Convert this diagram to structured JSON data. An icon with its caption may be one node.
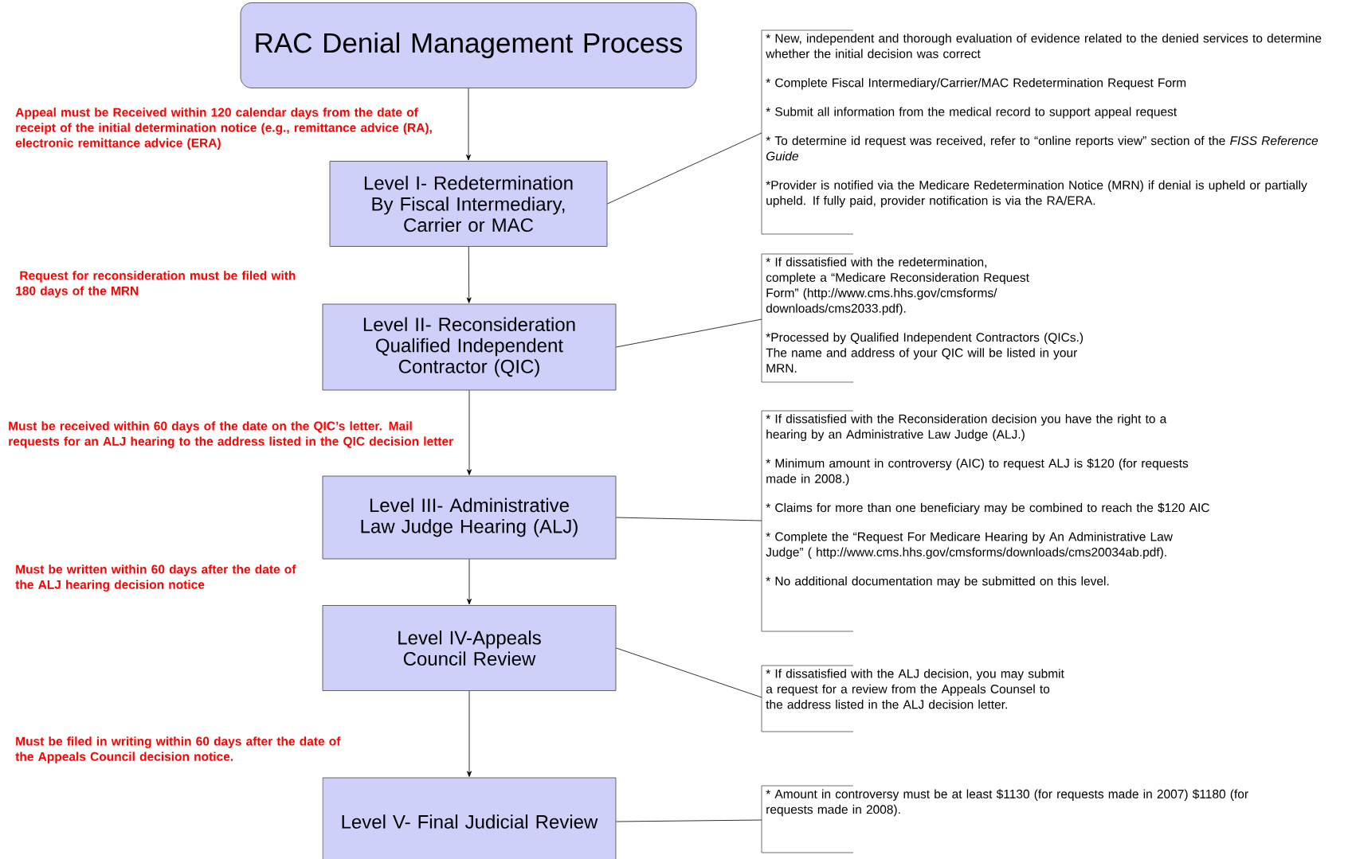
{
  "diagram": {
    "nodes": [
      {
        "text": [
          "RAC Denial Management Process"
        ]
      },
      {
        "text": [
          "Level I- Redetermination By Fiscal Intermediary, Carrier or MAC"
        ]
      },
      {
        "text": [
          "Level II- Reconsideration Qualified Independent Contractor (QIC)"
        ]
      },
      {
        "text": [
          "Level III- Administrative Law Judge Hearing (ALJ)"
        ]
      },
      {
        "text": [
          "Level IV-Appeals Council Review"
        ]
      },
      {
        "text": [
          "Level V- Final Judicial Review"
        ]
      },
      {
        "text": [
          "* New, independent and thorough evaluation of evidence related to the denied services to determine whether the initial decision was correct",
          "* Complete Fiscal Intermediary/Carrier/MAC Redetermination Request Form",
          "* Submit all information from the medical record to support appeal request",
          "* To determine id request was received, refer to “online reports view” section of the *FISS Reference Guide*",
          "*Provider is notified via the Medicare Redetermination Notice (MRN) if denial is upheld or partially upheld.  If fully paid, provider notification is via the RA/ERA."
        ]
      },
      {
        "text": [
          "* If dissatisfied with the redetermination, complete a “Medicare Reconsideration Request Form”  (http://www.cms.hhs.gov/cmsforms/ downloads/cms2033.pdf).",
          "*Processed by Qualified Independent Contractors (QICs.)  The name and address of your QIC will be listed in your MRN."
        ]
      },
      {
        "text": [
          "* If dissatisfied with the Reconsideration decision you have the right to a hearing by an Administrative Law Judge (ALJ.)",
          "* Minimum amount in controversy (AIC) to request ALJ is $120 (for requests made in 2008.)",
          "* Claims for more than one beneficiary may be combined to reach the $120 AIC",
          "* Complete the “Request For Medicare Hearing by An Administrative Law Judge” ( http://www.cms.hhs.gov/cmsforms/downloads/cms20034ab.pdf).",
          "* No additional documentation may be submitted on this level."
        ]
      },
      {
        "text": [
          "* If dissatisfied with the ALJ decision, you may submit a request for a review from the Appeals Counsel to the address listed in the ALJ decision letter."
        ]
      },
      {
        "text": [
          "* Amount in controversy must be at least $1130 (for requests made in 2007) $1180 (for requests made in 2008)."
        ]
      }
    ],
    "edges": [
      {
        "from": 0,
        "to": 1,
        "arrow": "to"
      },
      {
        "from": 1,
        "to": 2,
        "arrow": "to"
      },
      {
        "from": 2,
        "to": 3,
        "arrow": "to"
      },
      {
        "from": 3,
        "to": 4,
        "arrow": "to"
      },
      {
        "from": 4,
        "to": 5,
        "arrow": "to"
      },
      {
        "from": 1,
        "to": 6,
        "arrow": "none"
      },
      {
        "from": 2,
        "to": 7,
        "arrow": "none"
      },
      {
        "from": 3,
        "to": 8,
        "arrow": "none"
      },
      {
        "from": 4,
        "to": 9,
        "arrow": "none"
      },
      {
        "from": 5,
        "to": 10,
        "arrow": "none"
      }
    ],
    "labels": [
      "Appeal must be Received within 120 calendar days from the date of receipt of the initial determination notice (e.g., remittance advice (RA), electronic remittance advice (ERA)",
      " Request for reconsideration must be filed with 180 days of the MRN",
      "Must be received within 60 days of the date on the QIC’s letter. Mail requests for an ALJ hearing to the address listed in the QIC decision letter",
      "Must be written within 60 days after the date of the ALJ hearing decision notice",
      "Must be filed in writing within 60 days after the date of the Appeals Council decision notice."
    ]
  }
}
